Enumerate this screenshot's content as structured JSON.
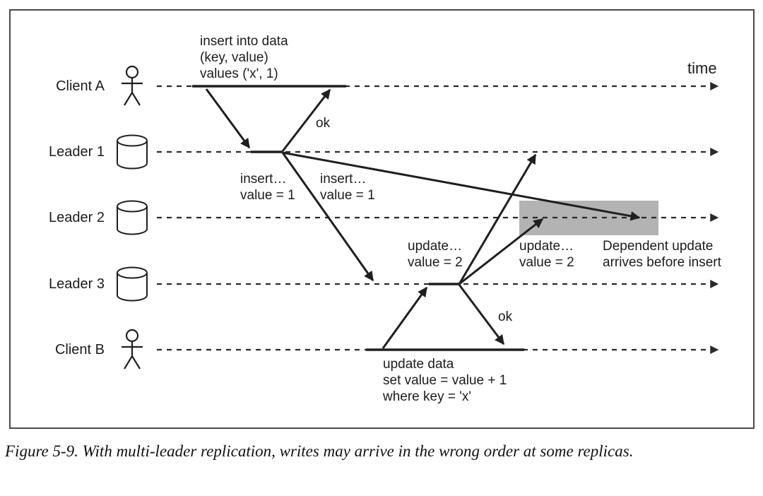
{
  "figure": {
    "time_label": "time",
    "rows": [
      {
        "label": "Client A",
        "icon": "person-icon"
      },
      {
        "label": "Leader 1",
        "icon": "database-cylinder-icon"
      },
      {
        "label": "Leader 2",
        "icon": "database-cylinder-icon"
      },
      {
        "label": "Leader 3",
        "icon": "database-cylinder-icon"
      },
      {
        "label": "Client B",
        "icon": "person-icon"
      }
    ],
    "annotations": {
      "insert_request": "insert into data\n(key, value)\nvalues ('x', 1)",
      "ok_client_a": "ok",
      "insert_repl_1": "insert…\nvalue = 1",
      "insert_repl_2": "insert…\nvalue = 1",
      "update_repl_1": "update…\nvalue = 2",
      "update_repl_2": "update…\nvalue = 2",
      "dependent_note": "Dependent update\narrives before insert",
      "ok_client_b": "ok",
      "update_request": "update data\nset value = value + 1\nwhere key = 'x'"
    },
    "highlight_color": "#b3b3b3",
    "line_color": "#1f1f1f"
  },
  "caption": "Figure 5-9. With multi-leader replication, writes may arrive in the wrong order at some replicas."
}
